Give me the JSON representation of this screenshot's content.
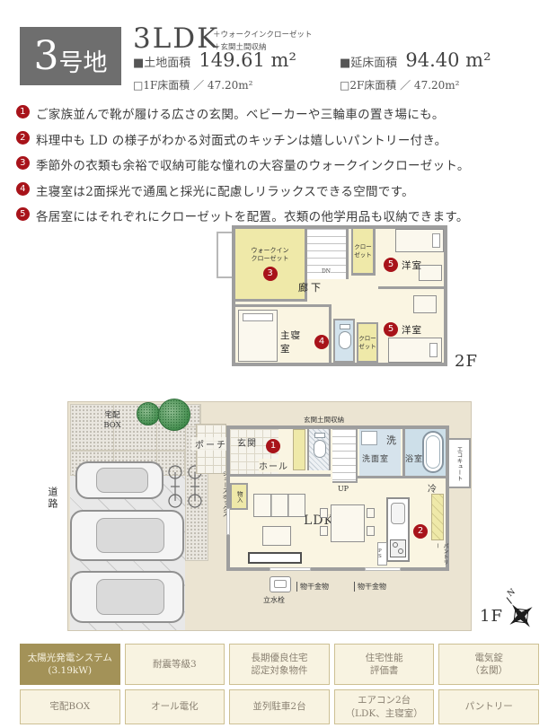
{
  "colors": {
    "accent_red": "#a8131a",
    "lot_box_gray": "#6e6e6e",
    "floor_cream": "#faf5e2",
    "closet_yellow": "#efe9a9",
    "wet_area_blue": "#d3e3ed",
    "site_beige": "#ebe4d2",
    "wall_gray": "#9e9e9e",
    "table_gold": "#a39258",
    "table_cell_bg": "#f8f3e1",
    "table_border": "#cdc093"
  },
  "header": {
    "lot_number": "3",
    "lot_suffix": "号地",
    "plan_type": "3LDK",
    "plan_extra1": "＋ウォークインクローゼット",
    "plan_extra2": "＋玄関土間収納",
    "land_area_label": "■土地面積",
    "land_area_value": "149.61 m²",
    "total_area_label": "■延床面積",
    "total_area_value": "94.40 m²",
    "f1_area": "□1F床面積 ／ 47.20m²",
    "f2_area": "□2F床面積 ／ 47.20m²"
  },
  "features": [
    {
      "num": "1",
      "text": "ご家族並んで靴が履ける広さの玄関。ベビーカーや三輪車の置き場にも。"
    },
    {
      "num": "2",
      "text": "料理中も LD の様子がわかる対面式のキッチンは嬉しいパントリー付き。"
    },
    {
      "num": "3",
      "text": "季節外の衣類も余裕で収納可能な憧れの大容量のウォークインクローゼット。"
    },
    {
      "num": "4",
      "text": "主寝室は2面採光で通風と採光に配慮しリラックスできる空間です。"
    },
    {
      "num": "5",
      "text": "各居室にはそれぞれにクローゼットを配置。衣類の他学用品も収納できます。"
    }
  ],
  "plan2f": {
    "floor_label": "2F",
    "wic": "ウォークイン\nクローゼット",
    "corridor": "廊下",
    "dn": "DN",
    "closet_top": "クロー\nゼット",
    "closet_bottom": "クロー\nゼット",
    "room_tr": "洋室",
    "room_br": "洋室",
    "master": "主寝室",
    "badge_wic": "3",
    "badge_master": "4",
    "badge_room_tr": "5",
    "badge_room_br": "5"
  },
  "plan1f": {
    "floor_label": "1F",
    "road": "道路",
    "delivery_box": "宅配\nBOX",
    "porch": "ポーチ",
    "shoes_box": "シューズボックス",
    "genkan": "玄関",
    "genkan_doma": "玄関土間収納",
    "hall": "ホール",
    "up": "UP",
    "washroom": "洗面室",
    "washer": "洗",
    "bath": "浴室",
    "ecocute": "エコキュート",
    "refrigerator": "冷",
    "storage": "物入",
    "ldk": "LDK",
    "ps": "P S",
    "pantry": "パントリー",
    "faucet": "立水栓",
    "laundry_hw1": "物干金物",
    "laundry_hw2": "物干金物",
    "north": "N",
    "badge_genkan": "1",
    "badge_pantry": "2"
  },
  "spec_table": {
    "rows": [
      [
        "太陽光発電システム\n(3.19kW)",
        "耐震等級3",
        "長期優良住宅\n認定対象物件",
        "住宅性能\n評価書",
        "電気錠\n（玄関）"
      ],
      [
        "宅配BOX",
        "オール電化",
        "並列駐車2台",
        "エアコン2台\n（LDK、主寝室）",
        "パントリー"
      ]
    ]
  }
}
